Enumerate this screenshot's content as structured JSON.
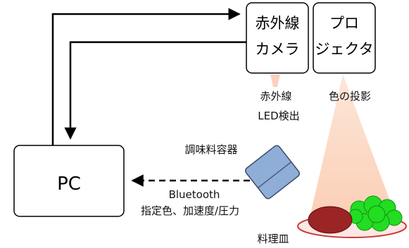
{
  "nodes": {
    "pc": {
      "label": "PC"
    },
    "ir_camera": {
      "line1": "赤外線",
      "line2": "カメラ"
    },
    "projector": {
      "line1": "プロ",
      "line2": "ジェクタ"
    }
  },
  "labels": {
    "ir_detect_1": "赤外線",
    "ir_detect_2": "LED検出",
    "color_projection": "色の投影",
    "seasoning_container": "調味料容器",
    "bluetooth_1": "Bluetooth",
    "bluetooth_2": "指定色、加速度/圧力",
    "dish": "料理皿"
  },
  "colors": {
    "container_fill": "#8eaed8",
    "container_stroke": "#3a4a6a",
    "beam_fill": "#fbd2bd",
    "dish_rim": "#c83a3a",
    "food_red": "#9b2424",
    "food_green": "#22dd22"
  }
}
